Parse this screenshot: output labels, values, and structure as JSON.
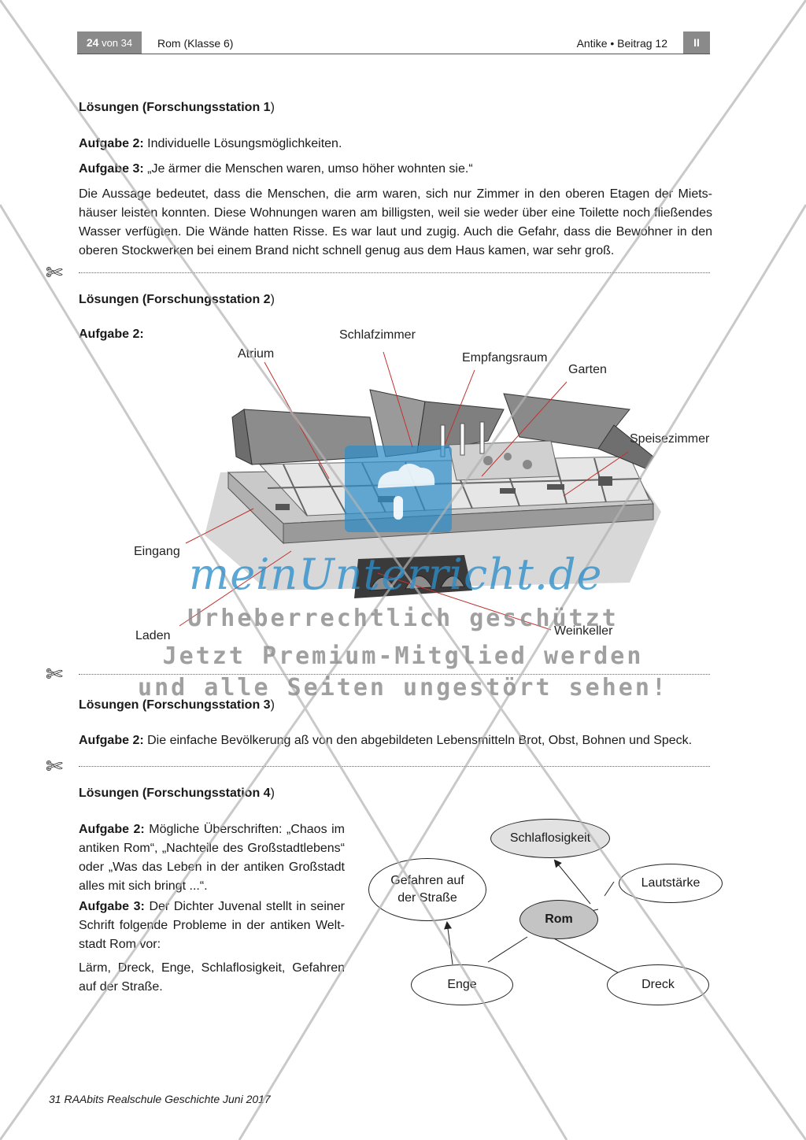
{
  "header": {
    "page": "24",
    "of_total": "von 34",
    "title": "Rom (Klasse 6)",
    "series": "Antike • Beitrag 12",
    "level": "II"
  },
  "station1": {
    "heading_prefix": "Lösungen (",
    "heading_bold": "Forschungsstation 1",
    "heading_suffix": ")",
    "task2_label": "Aufgabe 2:",
    "task2_text": " Individuelle Lösungsmöglichkeiten.",
    "task3_label": "Aufgabe 3:",
    "task3_text": "  „Je ärmer die Menschen waren, umso höher wohnten sie.“",
    "paragraph": "Die Aussage bedeutet, dass die Menschen, die arm waren, sich nur Zimmer in den oberen Etagen der Miets­häuser leisten konnten. Diese Wohnungen waren am billigsten, weil sie weder über eine Toilette noch fließendes Wasser verfügten. Die Wände hatten Risse. Es war laut und zugig. Auch die Gefahr, dass die Bewohner in den oberen Stockwerken bei einem Brand nicht schnell genug aus dem Haus kamen, war sehr groß."
  },
  "station2": {
    "heading_prefix": "Lösungen (",
    "heading_bold": "Forschungsstation 2",
    "heading_suffix": ")",
    "task2_label": "Aufgabe 2:",
    "labels": {
      "atrium": "Atrium",
      "schlafzimmer": "Schlafzimmer",
      "empfangsraum": "Empfangsraum",
      "garten": "Garten",
      "speisezimmer": "Speisezimmer",
      "eingang": "Eingang",
      "laden": "Laden",
      "weinkeller": "Weinkeller"
    }
  },
  "watermark": {
    "logo": "meinUnterricht.de",
    "line1": "Urheberrechtlich geschützt",
    "line2": "Jetzt Premium-Mitglied werden",
    "line3": "und alle Seiten ungestört sehen!"
  },
  "station3": {
    "heading_prefix": "Lösungen (",
    "heading_bold": "Forschungsstation 3",
    "heading_suffix": ")",
    "task2_label": "Aufgabe 2:",
    "task2_text": " Die einfache Bevölkerung aß von den abgebildeten Lebensmitteln Brot, Obst, Bohnen und Speck."
  },
  "station4": {
    "heading_prefix": "Lösungen (",
    "heading_bold": "Forschungsstation 4",
    "heading_suffix": ")",
    "task2_label": "Aufgabe 2:",
    "task2_text": " Mögliche Überschriften: „Chaos im antiken Rom“, „Nachteile des Großstadtle­bens“ oder „Was das Leben in der antiken Großstadt alles mit sich bringt ...“.",
    "task3_label": "Aufgabe 3:",
    "task3_text": " Der Dichter Juvenal stellt in seiner Schrift folgende Probleme in der antiken Welt­stadt Rom vor:",
    "list_text": "Lärm, Dreck, Enge, Schlaflosigkeit, Gefahren auf der Straße.",
    "mindmap": {
      "center": "Rom",
      "schlaflosigkeit": "Schlaflosigkeit",
      "gefahren": "Gefahren auf der Straße",
      "lautstaerke": "Lautstärke",
      "enge": "Enge",
      "dreck": "Dreck"
    }
  },
  "footer": {
    "text": "31 RAAbits Realschule Geschichte Juni 2017"
  }
}
